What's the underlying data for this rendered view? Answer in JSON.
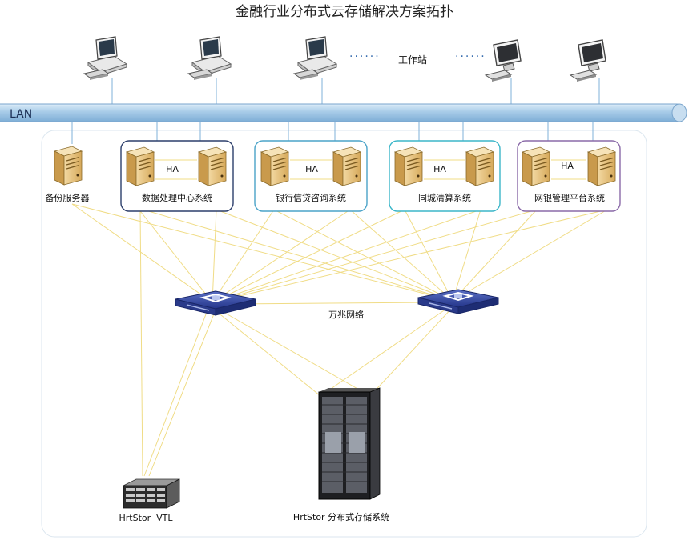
{
  "title": "金融行业分布式云存储解决方案拓扑",
  "lan_label": "LAN",
  "workstations_label": "工作站",
  "backup_server_label": "备份服务器",
  "ha_label": "HA",
  "systems": [
    {
      "label": "数据处理中心系统",
      "border": "#2c3e6b"
    },
    {
      "label": "银行信贷咨询系统",
      "border": "#4aa3c8"
    },
    {
      "label": "同城清算系统",
      "border": "#3bb6c9"
    },
    {
      "label": "网银管理平台系统",
      "border": "#8a6aa8"
    }
  ],
  "network_label": "万兆网络",
  "vtl_label": "HrtStor  VTL",
  "storage_label": "HrtStor 分布式存储系统",
  "colors": {
    "lan": "#a9cdea",
    "fiber": "#f2e08a",
    "link": "#7fb0d8"
  }
}
